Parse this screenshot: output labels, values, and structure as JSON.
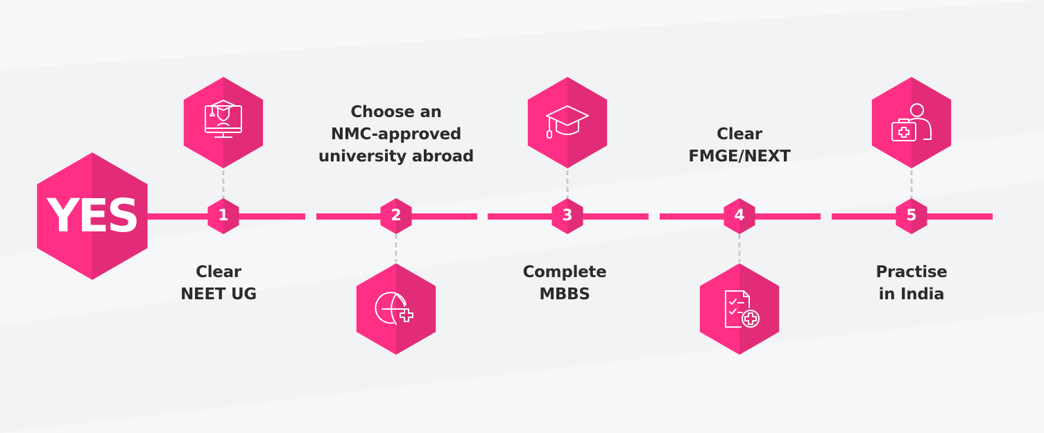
{
  "start": {
    "label": "YES"
  },
  "colors": {
    "accent": "#ff2f86",
    "accent_dark": "#e22c77",
    "background": "#f2f3f5",
    "connector": "#c9c9cc",
    "text": "#2b2b2b"
  },
  "steps": [
    {
      "number": "1",
      "lines": [
        "Clear",
        "NEET UG"
      ],
      "icon": "graduate-monitor-icon"
    },
    {
      "number": "2",
      "lines": [
        "Choose an",
        "NMC-approved",
        "university abroad"
      ],
      "icon": "globe-medical-icon"
    },
    {
      "number": "3",
      "lines": [
        "Complete",
        "MBBS"
      ],
      "icon": "graduation-cap-icon"
    },
    {
      "number": "4",
      "lines": [
        "Clear",
        "FMGE/NEXT"
      ],
      "icon": "checklist-medical-icon"
    },
    {
      "number": "5",
      "lines": [
        "Practise",
        "in India"
      ],
      "icon": "doctor-medkit-icon"
    }
  ]
}
